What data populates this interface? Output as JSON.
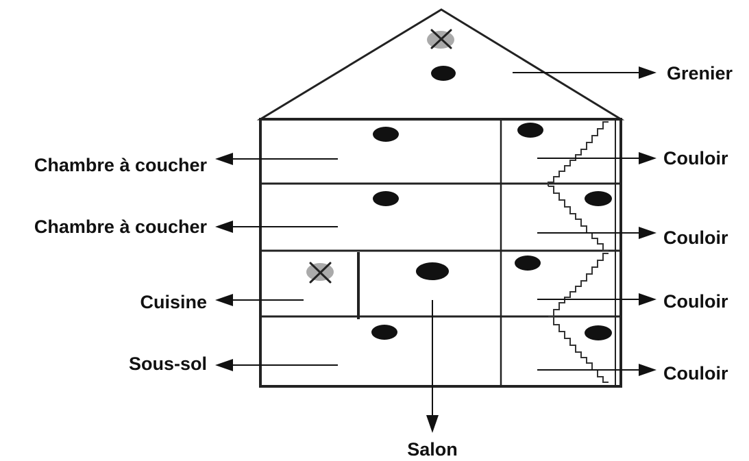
{
  "diagram": {
    "labels": {
      "attic": "Grenier",
      "bedroom_upper": "Chambre à coucher",
      "bedroom_lower": "Chambre à coucher",
      "kitchen": "Cuisine",
      "basement": "Sous-sol",
      "living_room": "Salon",
      "hallway_1": "Couloir",
      "hallway_2": "Couloir",
      "hallway_3": "Couloir",
      "hallway_4": "Couloir"
    },
    "icons": {
      "detector": "filled-black-oval",
      "no_detector": "x-mark-icon"
    }
  }
}
